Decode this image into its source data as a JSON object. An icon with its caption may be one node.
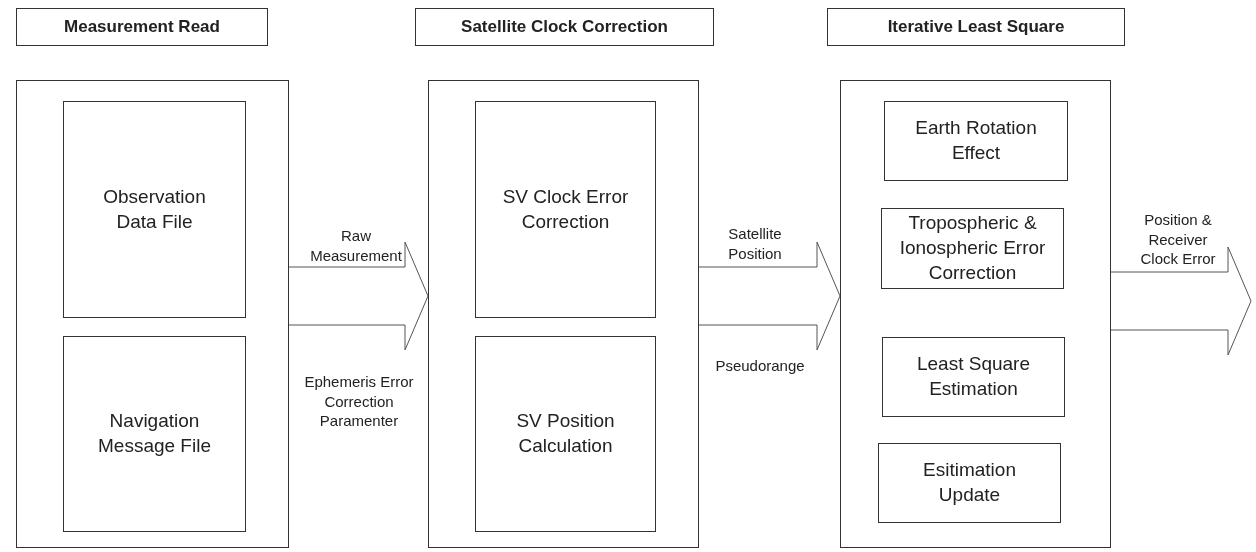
{
  "diagram": {
    "nodes": [
      {
        "text": [
          "Measurement Read"
        ]
      },
      {
        "text": [],
        "shape": "box"
      },
      {
        "text": [
          "Observation Data File"
        ],
        "in": 1
      },
      {
        "text": [
          "Navigation Message File"
        ],
        "in": 1
      },
      {
        "text": [
          "Satellite Clock Correction"
        ]
      },
      {
        "text": [],
        "shape": "box"
      },
      {
        "text": [
          "SV Clock Error Correction"
        ],
        "in": 5
      },
      {
        "text": [
          "SV Position Calculation"
        ],
        "in": 5
      },
      {
        "text": [
          "Iterative Least Square"
        ]
      },
      {
        "text": [],
        "shape": "box"
      },
      {
        "text": [
          "Earth Rotation Effect"
        ],
        "in": 9
      },
      {
        "text": [
          "Tropospheric & Ionospheric Error Correction"
        ],
        "in": 9
      },
      {
        "text": [
          "Least Square Estimation"
        ],
        "in": 9
      },
      {
        "text": [
          "Esitimation Update"
        ],
        "in": 9
      }
    ],
    "edges": [
      {
        "from": 1,
        "to": 5,
        "arrow": "to",
        "label": "Raw Measurement"
      },
      {
        "from": 5,
        "to": 9,
        "arrow": "to",
        "label": "Satellite Position"
      },
      {
        "from": 9,
        "to": null,
        "arrow": "to",
        "label": "Position & Receiver Clock Error"
      }
    ],
    "labels": [
      "Ephemeris Error Correction Paramenter",
      "Pseudorange"
    ]
  }
}
